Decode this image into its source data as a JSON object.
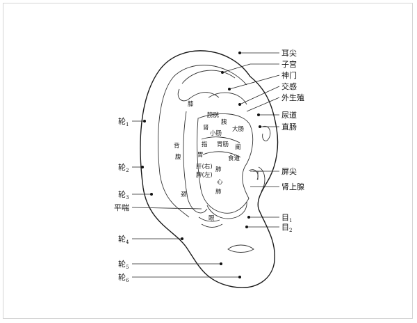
{
  "diagram": {
    "left_labels": {
      "lun1": {
        "main": "轮",
        "sub": "1"
      },
      "lun2": {
        "main": "轮",
        "sub": "2"
      },
      "lun3": {
        "main": "轮",
        "sub": "3"
      },
      "pingchuan": {
        "main": "平喘",
        "sub": ""
      },
      "lun4": {
        "main": "轮",
        "sub": "4"
      },
      "lun5": {
        "main": "轮",
        "sub": "5"
      },
      "lun6": {
        "main": "轮",
        "sub": "6"
      }
    },
    "right_labels": {
      "erjian": {
        "main": "耳尖",
        "sub": ""
      },
      "zigong": {
        "main": "子宫",
        "sub": ""
      },
      "shenmen": {
        "main": "神门",
        "sub": ""
      },
      "jiaogan": {
        "main": "交感",
        "sub": ""
      },
      "waishengzhi": {
        "main": "外生殖",
        "sub": ""
      },
      "niaodao": {
        "main": "尿道",
        "sub": ""
      },
      "zhichang": {
        "main": "直肠",
        "sub": ""
      },
      "pingjian": {
        "main": "屏尖",
        "sub": ""
      },
      "shenshangxian": {
        "main": "肾上腺",
        "sub": ""
      },
      "mu1": {
        "main": "目",
        "sub": "1"
      },
      "mu2": {
        "main": "目",
        "sub": "2"
      }
    },
    "inner_labels": {
      "pangguang": "膀胱",
      "shen": "肾",
      "yi": "胰",
      "xiaochang": "小肠",
      "dachang": "大肠",
      "zhi": "指",
      "weichang": "胃肠",
      "fu": "腹",
      "lan": "阑",
      "wei": "胃",
      "shidao": "食道",
      "gan": "肝(右)",
      "pi": "脾(左)",
      "fei": "肺",
      "xin": "心",
      "fei2": "肺",
      "bei": "背",
      "jing": "颈",
      "xi": "膝",
      "yan": "眼"
    }
  }
}
